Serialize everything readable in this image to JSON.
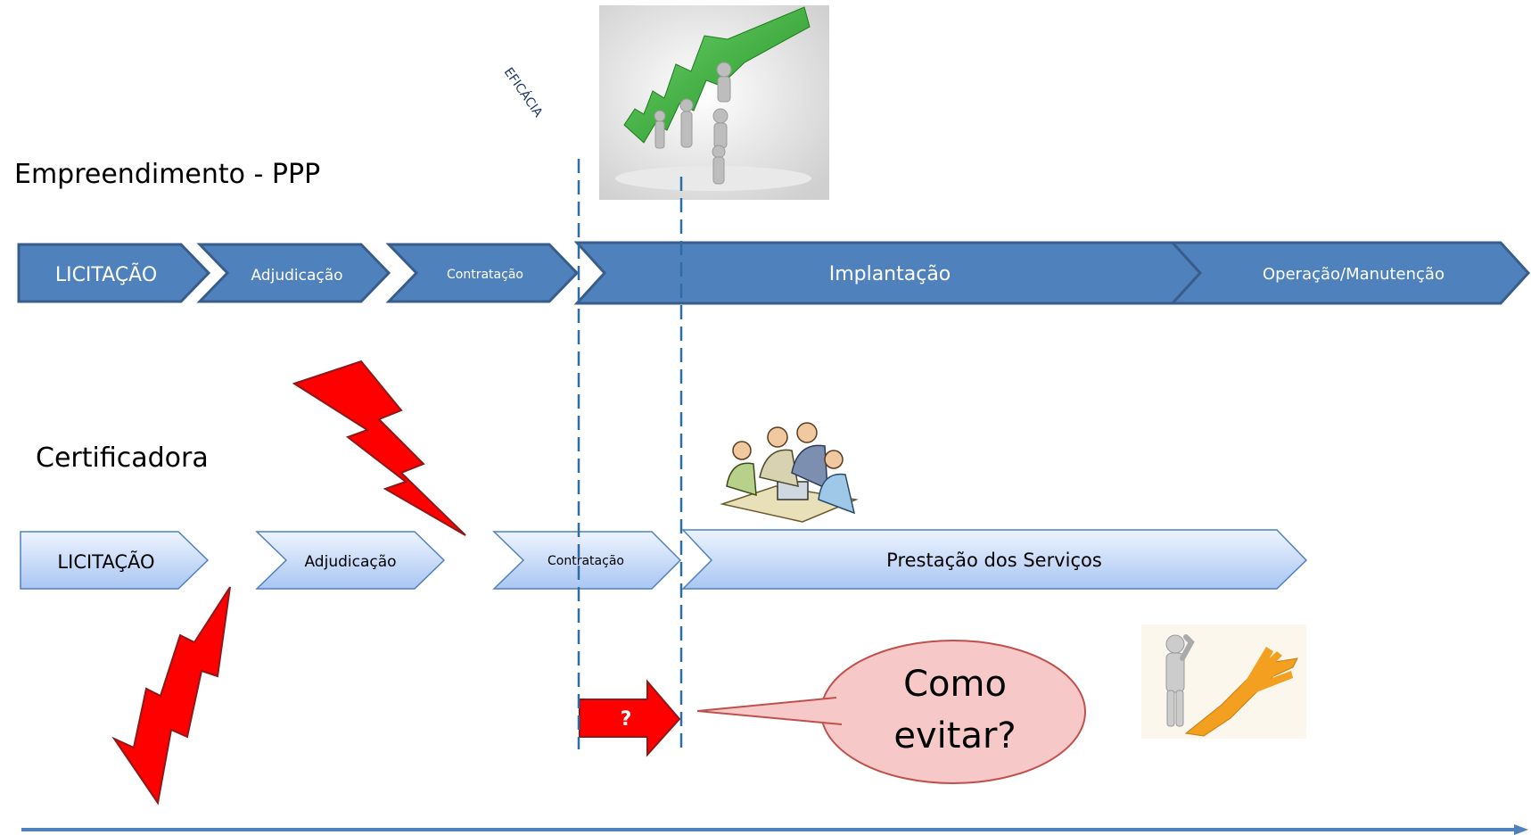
{
  "rotated_label": "EFICÁCIA",
  "ppp": {
    "title": "Empreendimento - PPP",
    "stages": [
      "LICITAÇÃO",
      "Adjudicação",
      "Contratação",
      "Implantação",
      "Operação/Manutenção"
    ]
  },
  "certificadora": {
    "title": "Certificadora",
    "stages": [
      "LICITAÇÃO",
      "Adjudicação",
      "Contratação",
      "Prestação dos Serviços"
    ]
  },
  "gap_marker": "?",
  "callout": {
    "line1": "Como",
    "line2": "evitar?"
  },
  "colors": {
    "ppp_fill": "#4f81bd",
    "ppp_stroke": "#385d8a",
    "cert_fill_top": "#e6efff",
    "cert_fill_bottom": "#a9c6f2",
    "cert_stroke": "#4f81bd",
    "bolt": "#ff0000",
    "dashed": "#2e6da4",
    "callout_fill": "#f7c8c8",
    "callout_stroke": "#c0504d",
    "timeline": "#4f81bd",
    "growth_arrow": "#2eaa2e",
    "path_orange": "#f3a020"
  },
  "icons": [
    "growth-teamwork-illustration",
    "business-meeting-clipart",
    "crossroads-decision-illustration",
    "lightning-bolt-icon"
  ]
}
